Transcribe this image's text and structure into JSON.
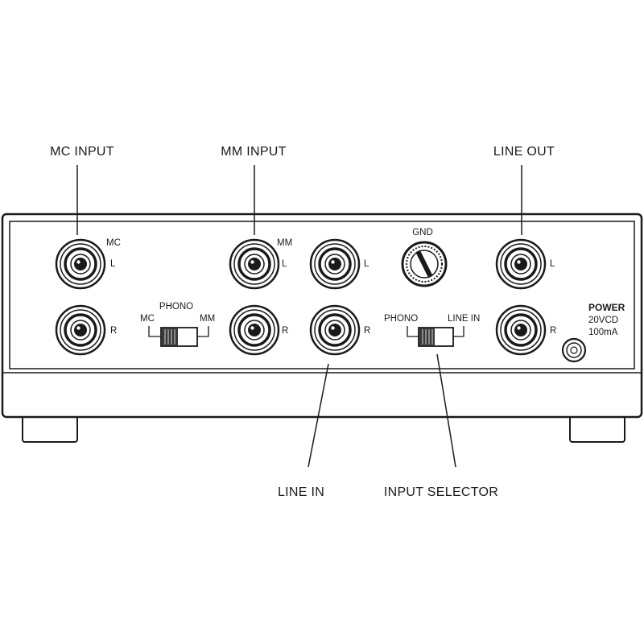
{
  "callouts": {
    "mc_input": "MC INPUT",
    "mm_input": "MM INPUT",
    "line_out": "LINE OUT",
    "line_in": "LINE IN",
    "input_selector": "INPUT SELECTOR"
  },
  "panel": {
    "mc": "MC",
    "mm": "MM",
    "left": "L",
    "right": "R",
    "gnd": "GND",
    "phono_switch": {
      "title": "PHONO",
      "left": "MC",
      "right": "MM"
    },
    "input_switch": {
      "left": "PHONO",
      "right": "LINE IN"
    },
    "power": {
      "title": "POWER",
      "voltage": "20VCD",
      "current": "100mA"
    }
  }
}
